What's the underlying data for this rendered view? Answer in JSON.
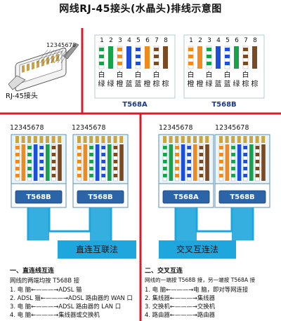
{
  "title": "网线RJ-45接头(水晶头)排线示意图",
  "plug": {
    "pin_numbers": "12345678",
    "label": "RJ-45接头"
  },
  "colors": {
    "green": "#17a34a",
    "orange": "#f08a1c",
    "blue": "#1d4fd8",
    "brown": "#7a4a22",
    "white": "#ffffff",
    "red_divider": "#d21f2b",
    "banner": "#1fa6dd",
    "connector_blue": "#2c64a8"
  },
  "standards": [
    {
      "name": "T568A",
      "pins": [
        "1",
        "2",
        "3",
        "4",
        "5",
        "6",
        "7",
        "8"
      ],
      "top_row": [
        "白",
        "",
        "白",
        "",
        "白",
        "",
        "白",
        ""
      ],
      "bottom_row": [
        "绿",
        "绿",
        "橙",
        "蓝",
        "蓝",
        "橙",
        "棕",
        "棕"
      ],
      "wires": [
        {
          "base": "green",
          "striped": true
        },
        {
          "base": "green",
          "striped": false
        },
        {
          "base": "orange",
          "striped": true
        },
        {
          "base": "blue",
          "striped": false
        },
        {
          "base": "blue",
          "striped": true
        },
        {
          "base": "orange",
          "striped": false
        },
        {
          "base": "brown",
          "striped": true
        },
        {
          "base": "brown",
          "striped": false
        }
      ]
    },
    {
      "name": "T568B",
      "pins": [
        "1",
        "2",
        "3",
        "4",
        "5",
        "6",
        "7",
        "8"
      ],
      "top_row": [
        "白",
        "",
        "白",
        "",
        "白",
        "",
        "白",
        ""
      ],
      "bottom_row": [
        "橙",
        "橙",
        "绿",
        "蓝",
        "蓝",
        "绿",
        "棕",
        "棕"
      ],
      "wires": [
        {
          "base": "orange",
          "striped": true
        },
        {
          "base": "orange",
          "striped": false
        },
        {
          "base": "green",
          "striped": true
        },
        {
          "base": "blue",
          "striped": false
        },
        {
          "base": "blue",
          "striped": true
        },
        {
          "base": "green",
          "striped": false
        },
        {
          "base": "brown",
          "striped": true
        },
        {
          "base": "brown",
          "striped": false
        }
      ]
    }
  ],
  "cables": [
    {
      "banner": "直连互联法",
      "connectors": [
        {
          "pin_numbers": "12345678",
          "label": "T568B"
        },
        {
          "pin_numbers": "12345678",
          "label": "T568B"
        }
      ]
    },
    {
      "banner": "交叉互连法",
      "connectors": [
        {
          "pin_numbers": "12345678",
          "label": "T568A"
        },
        {
          "pin_numbers": "12345678",
          "label": "T568B"
        }
      ]
    }
  ],
  "legends": [
    {
      "title": "一、直连线互连",
      "subtitle": "网线的两端均按 T568B 接",
      "lines": [
        "1. 电  脑←———→ADSL 猫",
        "2. ADSL 猫←———→ADSL 路由器的 WAN 口",
        "3. 电  脑←———→ADSL 路由器的 LAN 口",
        "4. 电  脑←———→集线器或交换机"
      ]
    },
    {
      "title": "二、交叉互连",
      "subtitle": "网线的一端按 T568B 接，另一端按 T568A 接",
      "lines": [
        "1. 电  脑←———→电  脑，即对等网连接",
        "2. 集线器←———→集线器",
        "3. 交换机←———→交换机",
        "4. 路由器←———→路由器"
      ]
    }
  ]
}
